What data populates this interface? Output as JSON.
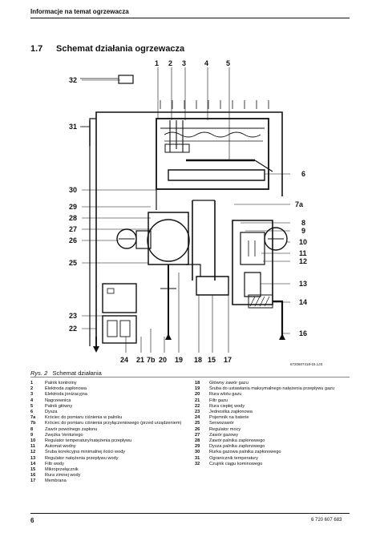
{
  "header": {
    "title": "Informacje na temat ogrzewacza"
  },
  "section": {
    "number": "1.7",
    "title": "Schemat działania ogrzewacza"
  },
  "figure": {
    "code": "6720607418-15.1JS",
    "caption_label": "Rys. 2",
    "caption_text": "Schemat działania"
  },
  "callouts": {
    "top": [
      "1",
      "2",
      "3",
      "4",
      "5"
    ],
    "left": [
      "32",
      "31",
      "30",
      "29",
      "28",
      "27",
      "26",
      "25",
      "23",
      "22"
    ],
    "right": [
      "6",
      "7a",
      "8",
      "9",
      "10",
      "11",
      "12",
      "13",
      "14",
      "16"
    ],
    "bottom": [
      "24",
      "21",
      "7b",
      "20",
      "19",
      "18",
      "15",
      "17"
    ]
  },
  "legend": {
    "left": [
      {
        "num": "1",
        "text": "Palnik kontrolny"
      },
      {
        "num": "2",
        "text": "Elektroda zapłonowa"
      },
      {
        "num": "3",
        "text": "Elektroda jonizacyjna"
      },
      {
        "num": "4",
        "text": "Nagrzewnica"
      },
      {
        "num": "5",
        "text": "Palnik główny"
      },
      {
        "num": "6",
        "text": "Dysza"
      },
      {
        "num": "7a",
        "text": "Króciec do pomiaru ciśnienia w palniku"
      },
      {
        "num": "7b",
        "text": "Króciec do pomiaru ciśnienia przyłączeniowego (przed urządzeniem)"
      },
      {
        "num": "8",
        "text": "Zawór powolnego zapłonu"
      },
      {
        "num": "9",
        "text": "Zwężka Venturiego"
      },
      {
        "num": "10",
        "text": "Regulator temperatury/natężenia przepływu"
      },
      {
        "num": "11",
        "text": "Automat wodny"
      },
      {
        "num": "12",
        "text": "Śruba korekcyjna minimalnej ilości wody"
      },
      {
        "num": "13",
        "text": "Regulator natężenia przepływu wody"
      },
      {
        "num": "14",
        "text": "Filtr wody"
      },
      {
        "num": "15",
        "text": "Mikroprzełącznik"
      },
      {
        "num": "16",
        "text": "Rura zimnej wody"
      },
      {
        "num": "17",
        "text": "Membrana"
      }
    ],
    "right": [
      {
        "num": "18",
        "text": "Główny zawór gazu"
      },
      {
        "num": "19",
        "text": "Śruba do ustawiania maksymalnego natężenia przepływu gazu"
      },
      {
        "num": "20",
        "text": "Rura wlotu gazu"
      },
      {
        "num": "21",
        "text": "Filtr gazu"
      },
      {
        "num": "22",
        "text": "Rura ciepłej wody"
      },
      {
        "num": "23",
        "text": "Jednostka zapłonowa"
      },
      {
        "num": "24",
        "text": "Pojemnik na baterie"
      },
      {
        "num": "25",
        "text": "Serwozawór"
      },
      {
        "num": "26",
        "text": "Regulator mocy"
      },
      {
        "num": "27",
        "text": "Zawór gazowy"
      },
      {
        "num": "28",
        "text": "Zawór palnika zapłonowego"
      },
      {
        "num": "29",
        "text": "Dysza palnika zapłonowego"
      },
      {
        "num": "30",
        "text": "Rurka gazowa palnika zapłonowego"
      },
      {
        "num": "31",
        "text": "Ogranicznik temperatury"
      },
      {
        "num": "32",
        "text": "Czujnik ciągu kominowego"
      }
    ]
  },
  "footer": {
    "page": "6",
    "doc_number": "6 720 607 683"
  }
}
